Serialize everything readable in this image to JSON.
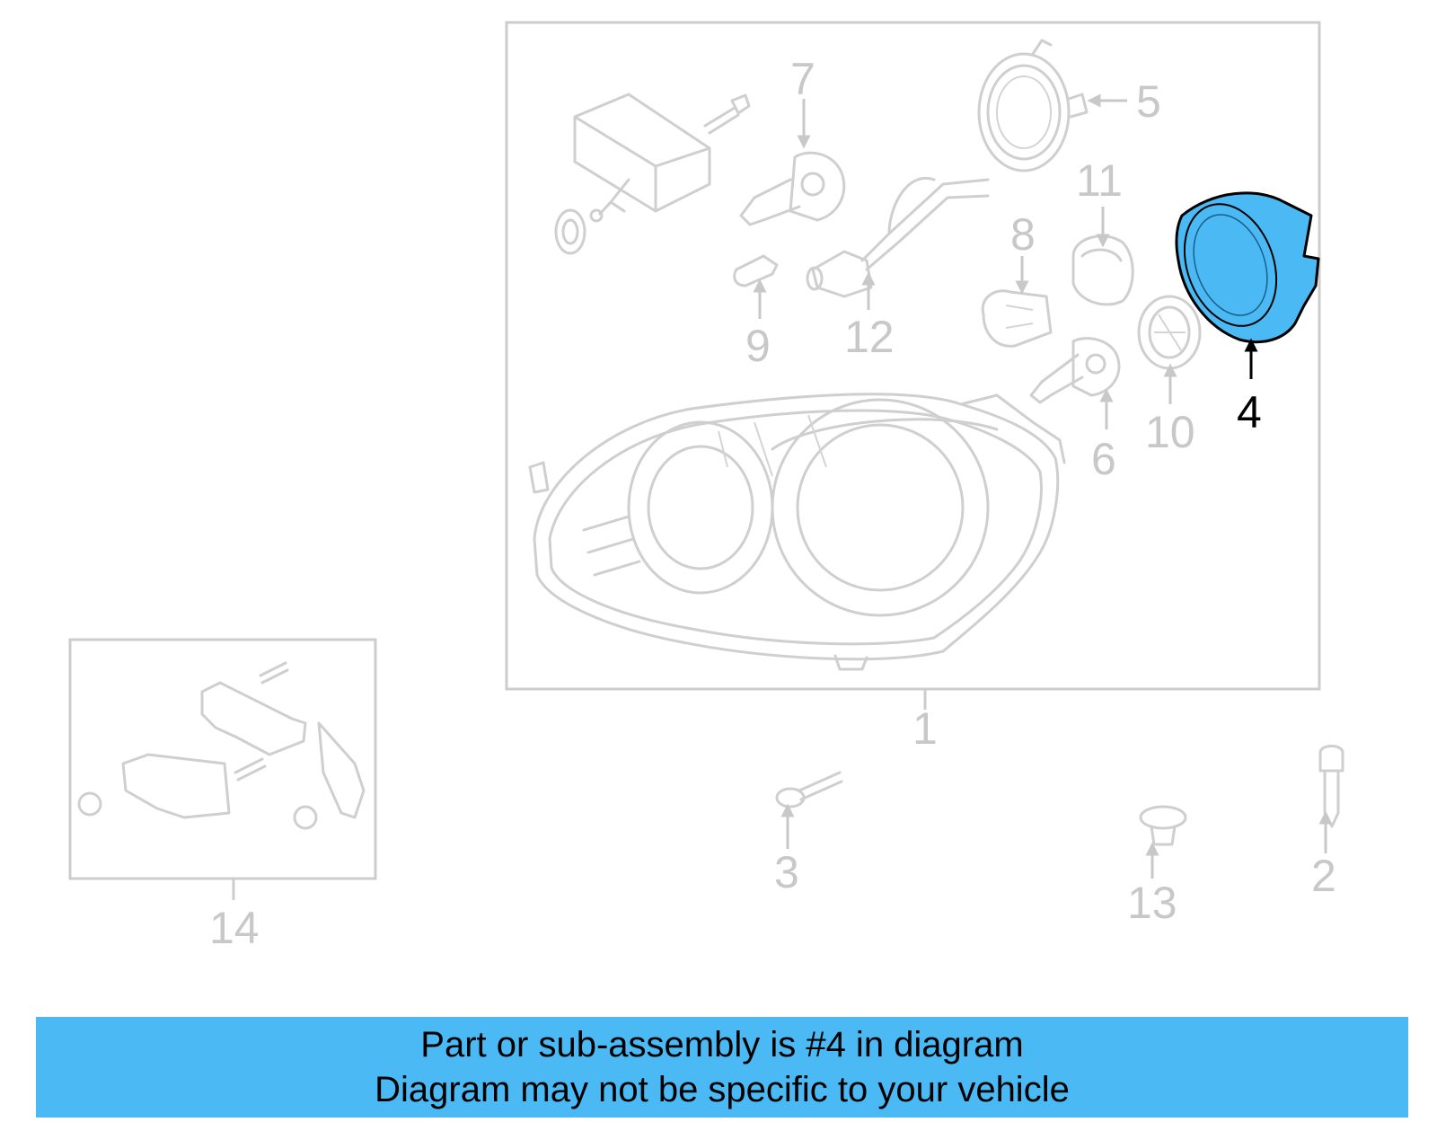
{
  "diagram": {
    "callouts": {
      "c1": "1",
      "c2": "2",
      "c3": "3",
      "c4": "4",
      "c5": "5",
      "c6": "6",
      "c7": "7",
      "c8": "8",
      "c9": "9",
      "c10": "10",
      "c11": "11",
      "c12": "12",
      "c13": "13",
      "c14": "14"
    },
    "highlighted_part": "4",
    "colors": {
      "highlight_fill": "#4ab9f4",
      "line": "#cfcfcf",
      "banner": "#4ab9f4"
    }
  },
  "banner": {
    "line1": "Part or sub-assembly is #4 in diagram",
    "line2": "Diagram may not be specific to your vehicle"
  }
}
